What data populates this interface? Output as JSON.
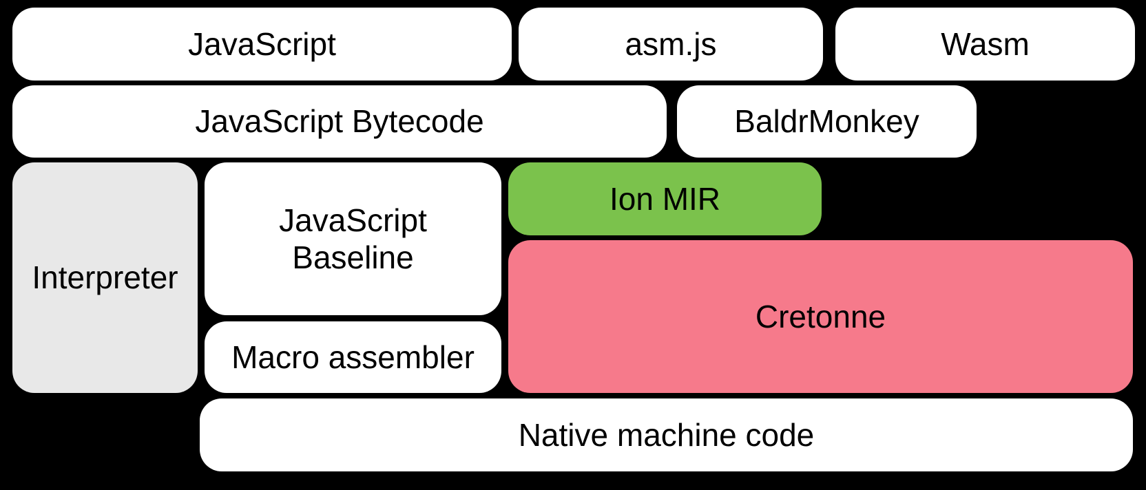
{
  "diagram": {
    "colors": {
      "background": "#000000",
      "text": "#000000",
      "box_white": "#ffffff",
      "box_gray": "#e8e8e8",
      "box_green": "#7bc24c",
      "box_pink": "#f67a8b"
    },
    "boxes": [
      {
        "id": "javascript",
        "label": "JavaScript",
        "color": "white"
      },
      {
        "id": "asmjs",
        "label": "asm.js",
        "color": "white"
      },
      {
        "id": "wasm",
        "label": "Wasm",
        "color": "white"
      },
      {
        "id": "javascript-bytecode",
        "label": "JavaScript Bytecode",
        "color": "white"
      },
      {
        "id": "baldrmonkey",
        "label": "BaldrMonkey",
        "color": "white"
      },
      {
        "id": "interpreter",
        "label": "Interpreter",
        "color": "gray"
      },
      {
        "id": "javascript-baseline",
        "label": "JavaScript Baseline",
        "color": "white"
      },
      {
        "id": "ion-mir",
        "label": "Ion MIR",
        "color": "green"
      },
      {
        "id": "cretonne",
        "label": "Cretonne",
        "color": "pink"
      },
      {
        "id": "macro-assembler",
        "label": "Macro assembler",
        "color": "white"
      },
      {
        "id": "native-machine-code",
        "label": "Native machine code",
        "color": "white"
      }
    ]
  }
}
